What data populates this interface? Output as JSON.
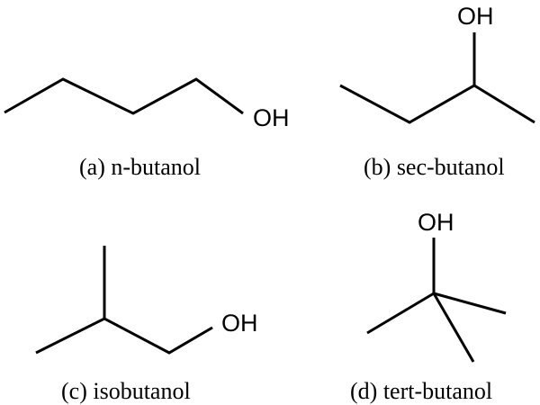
{
  "colors": {
    "ink": "#000000",
    "background": "#ffffff"
  },
  "molecules": [
    {
      "caption": "(a) n-butanol",
      "atom": "OH"
    },
    {
      "caption": "(b) sec-butanol",
      "atom": "OH"
    },
    {
      "caption": "(c) isobutanol",
      "atom": "OH"
    },
    {
      "caption": "(d) tert-butanol",
      "atom": "OH"
    }
  ]
}
